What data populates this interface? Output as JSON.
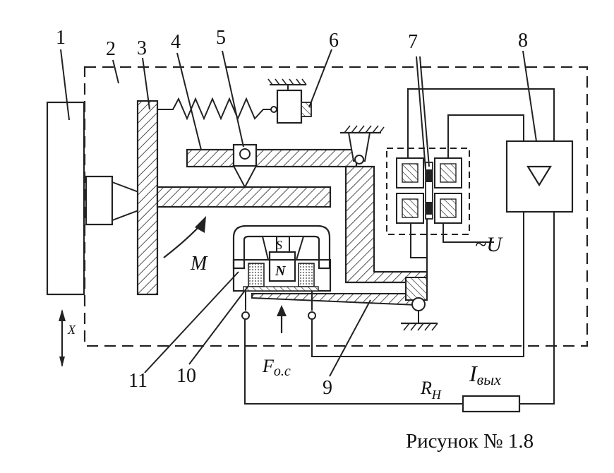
{
  "numbers": {
    "n1": "1",
    "n2": "2",
    "n3": "3",
    "n4": "4",
    "n5": "5",
    "n6": "6",
    "n7": "7",
    "n8": "8",
    "n9": "9",
    "n10": "10",
    "n11": "11"
  },
  "symbols": {
    "s_pole": "S",
    "n_pole": "N",
    "moment": "M",
    "axis_x": "X",
    "feedback_force": "F",
    "feedback_force_sub": "о.с",
    "voltage": "~U",
    "load_r": "R",
    "load_r_sub": "Н",
    "out_current": "I",
    "out_current_sub": "вых"
  },
  "caption": "Рисунок № 1.8"
}
